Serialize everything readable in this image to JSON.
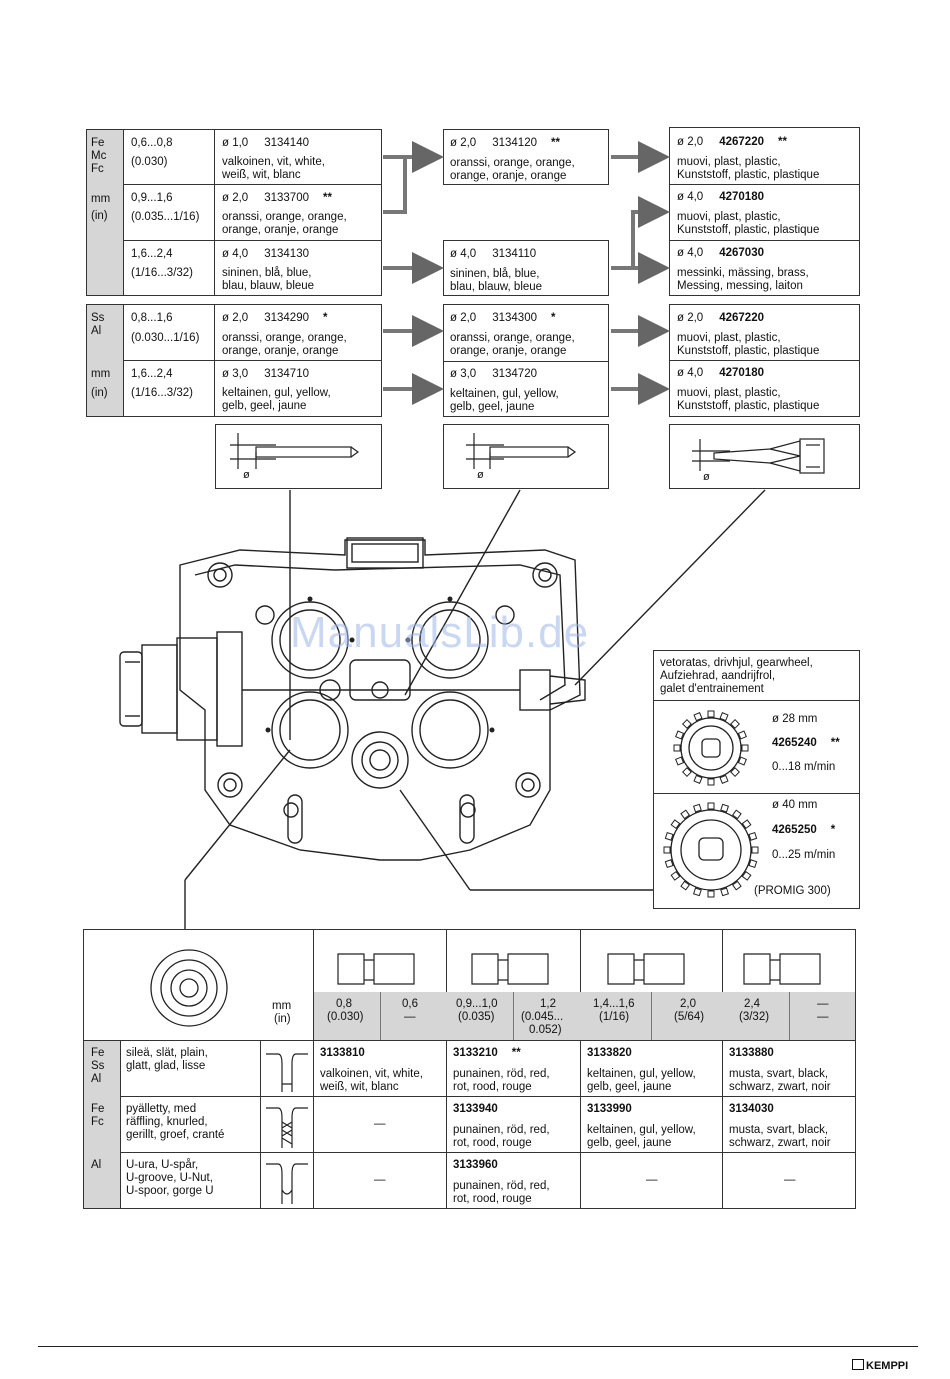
{
  "table1": {
    "group1": {
      "materials": [
        "Fe",
        "Mc",
        "Fc"
      ],
      "unit": [
        "mm",
        "(in)"
      ],
      "rows": [
        {
          "range": "0,6...0,8",
          "range_in": "(0.030)",
          "dia": "ø 1,0",
          "code": "3134140",
          "mark": "",
          "colour": [
            "valkoinen, vit, white,",
            "weiß, wit, blanc"
          ]
        },
        {
          "range": "0,9...1,6",
          "range_in": "(0.035...1/16)",
          "dia": "ø 2,0",
          "code": "3133700",
          "mark": "**",
          "colour": [
            "oranssi, orange, orange,",
            "orange, oranje, orange"
          ]
        },
        {
          "range": "1,6...2,4",
          "range_in": "(1/16...3/32)",
          "dia": "ø 4,0",
          "code": "3134130",
          "mark": "",
          "colour": [
            "sininen, blå, blue,",
            "blau, blauw, bleue"
          ]
        }
      ]
    },
    "group2": {
      "materials": [
        "Ss",
        "Al"
      ],
      "unit": [
        "mm",
        "(in)"
      ],
      "rows": [
        {
          "range": "0,8...1,6",
          "range_in": "(0.030...1/16)",
          "dia": "ø 2,0",
          "code": "3134290",
          "mark": "*",
          "colour": [
            "oranssi, orange, orange,",
            "orange, oranje, orange"
          ]
        },
        {
          "range": "1,6...2,4",
          "range_in": "(1/16...3/32)",
          "dia": "ø 3,0",
          "code": "3134710",
          "mark": "",
          "colour": [
            "keltainen, gul, yellow,",
            "gelb, geel, jaune"
          ]
        }
      ]
    }
  },
  "mid_tubes": [
    {
      "dia": "ø 2,0",
      "code": "3134120",
      "mark": "**",
      "colour": [
        "oranssi, orange, orange,",
        "orange, oranje, orange"
      ]
    },
    {
      "dia": "ø 4,0",
      "code": "3134110",
      "mark": "",
      "colour": [
        "sininen, blå, blue,",
        "blau, blauw, bleue"
      ]
    },
    {
      "dia": "ø 2,0",
      "code": "3134300",
      "mark": "*",
      "colour": [
        "oranssi, orange, orange,",
        "orange, oranje, orange"
      ]
    },
    {
      "dia": "ø 3,0",
      "code": "3134720",
      "mark": "",
      "colour": [
        "keltainen, gul, yellow,",
        "gelb, geel, jaune"
      ]
    }
  ],
  "right_tubes": [
    {
      "dia": "ø 2,0",
      "code": "4267220",
      "mark": "**",
      "colour": [
        "muovi, plast, plastic,",
        "Kunststoff, plastic, plastique"
      ]
    },
    {
      "dia": "ø 4,0",
      "code": "4270180",
      "mark": "",
      "colour": [
        "muovi, plast, plastic,",
        "Kunststoff, plastic, plastique"
      ]
    },
    {
      "dia": "ø 4,0",
      "code": "4267030",
      "mark": "",
      "colour": [
        "messinki, mässing, brass,",
        "Messing, messing, laiton"
      ]
    },
    {
      "dia": "ø 2,0",
      "code": "4267220",
      "mark": "",
      "colour": [
        "muovi, plast, plastic,",
        "Kunststoff, plastic, plastique"
      ]
    },
    {
      "dia": "ø 4,0",
      "code": "4270180",
      "mark": "",
      "colour": [
        "muovi, plast, plastic,",
        "Kunststoff, plastic, plastique"
      ]
    }
  ],
  "tube_diagram_label": "ø",
  "watermark": "ManualsLib.de",
  "gearwheel": {
    "header": [
      "vetoratas, drivhjul, gearwheel,",
      "Aufziehrad, aandrijfrol,",
      "galet d'entrainement"
    ],
    "items": [
      {
        "dia": "ø 28 mm",
        "code": "4265240",
        "mark": "**",
        "speed": "0...18 m/min",
        "note": ""
      },
      {
        "dia": "ø 40 mm",
        "code": "4265250",
        "mark": "*",
        "speed": "0...25 m/min",
        "note": "(PROMIG  300)"
      }
    ]
  },
  "rolls": {
    "unit": [
      "mm",
      "(in)"
    ],
    "sizes": [
      {
        "mm": "0,8",
        "in": "(0.030)"
      },
      {
        "mm": "0,6",
        "in": "—"
      },
      {
        "mm": "0,9...1,0",
        "in": "(0.035)"
      },
      {
        "mm": "1,2",
        "in": "(0.045...",
        "in2": "0.052)"
      },
      {
        "mm": "1,4...1,6",
        "in": "(1/16)"
      },
      {
        "mm": "2,0",
        "in": "(5/64)"
      },
      {
        "mm": "2,4",
        "in": "(3/32)"
      },
      {
        "mm": "—",
        "in": "—"
      }
    ],
    "rows": [
      {
        "materials": [
          "Fe",
          "Ss",
          "Al"
        ],
        "groove": [
          "sileä, slät, plain,",
          "glatt, glad, lisse"
        ],
        "cells": [
          {
            "code": "3133810",
            "mark": "",
            "colour": [
              "valkoinen, vit, white,",
              "weiß, wit, blanc"
            ]
          },
          {
            "code": "3133210",
            "mark": "**",
            "colour": [
              "punainen, röd, red,",
              "rot, rood, rouge"
            ]
          },
          {
            "code": "3133820",
            "mark": "",
            "colour": [
              "keltainen, gul, yellow,",
              "gelb, geel, jaune"
            ]
          },
          {
            "code": "3133880",
            "mark": "",
            "colour": [
              "musta, svart, black,",
              "schwarz, zwart, noir"
            ]
          }
        ]
      },
      {
        "materials": [
          "Fe",
          "Fc"
        ],
        "groove": [
          "pyälletty, med",
          "räffling, knurled,",
          "gerillt, groef, cranté"
        ],
        "cells": [
          {
            "code": "—",
            "mark": "",
            "colour": [
              "",
              ""
            ]
          },
          {
            "code": "3133940",
            "mark": "",
            "colour": [
              "punainen, röd, red,",
              "rot, rood, rouge"
            ]
          },
          {
            "code": "3133990",
            "mark": "",
            "colour": [
              "keltainen, gul, yellow,",
              "gelb, geel, jaune"
            ]
          },
          {
            "code": "3134030",
            "mark": "",
            "colour": [
              "musta, svart, black,",
              "schwarz, zwart, noir"
            ]
          }
        ]
      },
      {
        "materials": [
          "Al"
        ],
        "groove": [
          "U-ura, U-spår,",
          "U-groove, U-Nut,",
          "U-spoor, gorge U"
        ],
        "cells": [
          {
            "code": "—",
            "mark": "",
            "colour": [
              "",
              ""
            ]
          },
          {
            "code": "3133960",
            "mark": "",
            "colour": [
              "punainen, röd, red,",
              "rot, rood, rouge"
            ]
          },
          {
            "code": "—",
            "mark": "",
            "colour": [
              "",
              ""
            ]
          },
          {
            "code": "—",
            "mark": "",
            "colour": [
              "",
              ""
            ]
          }
        ]
      }
    ]
  },
  "footer": {
    "brand": "KEMPPI"
  }
}
